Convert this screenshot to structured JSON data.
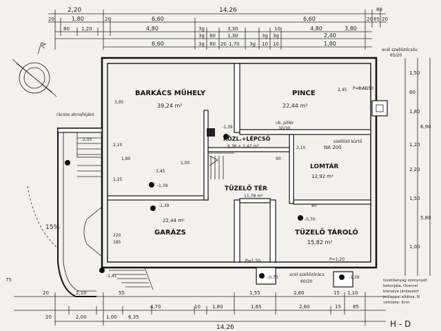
{
  "dims_top": {
    "row1": [
      "2,20",
      "14,26",
      "88"
    ],
    "row2": [
      "20",
      "1,80",
      "20",
      "6,60",
      "6,60",
      "20",
      "65",
      "20"
    ],
    "row3": [
      "80",
      "1,20",
      "4,80",
      "3g",
      "3,30",
      "10",
      "4,80",
      "3,80"
    ],
    "row4": [
      "6,60",
      "3g",
      "80",
      "1,30",
      "3g",
      "3g",
      "1,70",
      "2,40"
    ],
    "row5": [
      "3g",
      "80",
      "20",
      "3g",
      "10",
      "10",
      "1,80"
    ]
  },
  "dims_bottom": {
    "row1": [
      "75",
      "20",
      "2,10",
      "55",
      "4,70",
      "1,55",
      "2,60",
      "15",
      "1,10"
    ],
    "row2": [
      "20",
      "2,00",
      "1,00",
      "6,35",
      "10",
      "1,80",
      "1,65",
      "2,60",
      "15",
      "85"
    ],
    "total": "14,26"
  },
  "dims_right": [
    "1,50",
    "60",
    "1,80",
    "6,90",
    "1,20",
    "2,20",
    "1,50",
    "5,80",
    "1,00"
  ],
  "rooms": {
    "barkacs": {
      "name": "BARKÁCS MŰHELY",
      "area": "39,24 m²"
    },
    "pince": {
      "name": "PINCE",
      "area": "22,44 m²"
    },
    "kozl": {
      "name": "KÖZL.+LÉPCSŐ",
      "area": "6,38 + 2,42 m²"
    },
    "kamra": {
      "name": "LOMTÁR",
      "area": "12,92 m²"
    },
    "tuzelo_ter": {
      "name": "TÜZELŐ TÉR",
      "area": "11,78 m²"
    },
    "garazs": {
      "name": "GARÁZS",
      "area": "22,44 m²"
    },
    "tuzelo_tarolo": {
      "name": "TÜZELŐ TÁROLÓ",
      "area": "15,82 m²"
    }
  },
  "annotations": {
    "acel_top": "acél szellőzőcsöv.",
    "acel_top2": "65/20",
    "racsos": "rácsos akna/lejáró",
    "vb_piller": "vb. pillér",
    "vb_piller2": "30/30",
    "szellozo_korr": "szellőző kürtő",
    "na200": "NA 200",
    "acel_bottom": "acél szellőzőrács",
    "acel_bottom2": "60/20",
    "pct": "15%",
    "right_note1": "tüzelőanyag szenynyét",
    "right_note2": "betonjala, Ocenrel",
    "right_note3": "kienelve járdaszint",
    "right_note4": "jedlappal ellátva. N",
    "right_note5": "vetülete: 5cm"
  },
  "levels": [
    "-1,39",
    "-1,39",
    "-1,41",
    "-1,39",
    "-1,39",
    "P=1,50",
    "P=1,20",
    "P=1,50",
    "-0,70",
    "-0,70"
  ],
  "misc_labels": {
    "p150": "P=1,50",
    "w205": "2,05",
    "w210a": "2,10",
    "w180": "1,80",
    "w125": "1,25",
    "w100": "1,00",
    "w210b": "2,10",
    "w220": "220",
    "w185": "185",
    "w345": "3,45",
    "w395": "3,95",
    "w245": "2,45",
    "w90": "90",
    "w80": "80"
  },
  "title_corner": "H - D"
}
